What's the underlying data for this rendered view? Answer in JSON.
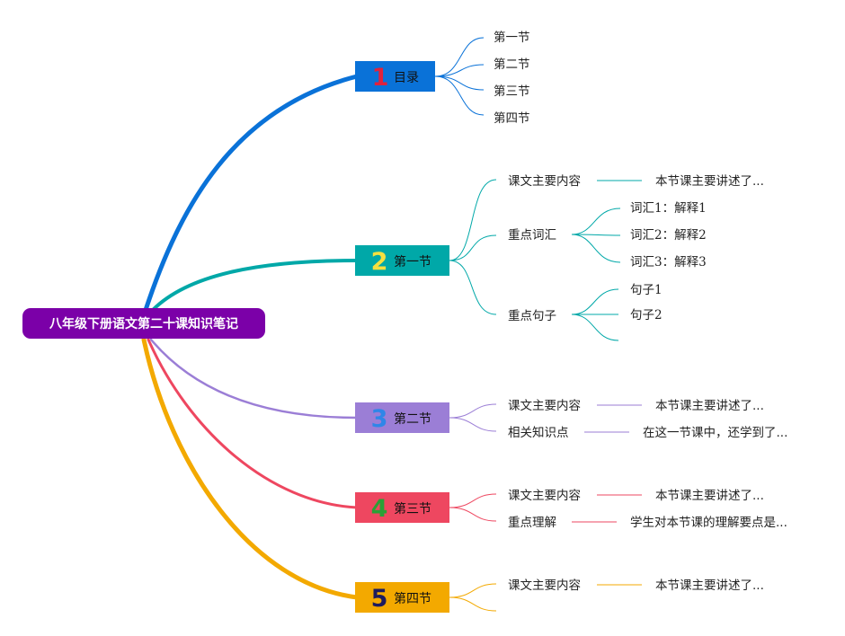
{
  "colors": {
    "root": "#7b00a8",
    "b1": "#0a72d8",
    "b2": "#00a8a8",
    "b3": "#9b7ed6",
    "b4": "#ee4760",
    "b5": "#f3a900",
    "n1": "#e0223d",
    "n2": "#f5e040",
    "n3": "#2f86e8",
    "n4": "#2aa036",
    "n5": "#1d1b5e"
  },
  "root": {
    "title": "八年级下册语文第二十课知识笔记"
  },
  "branches": [
    {
      "number": "1",
      "label": "目录",
      "children": [
        {
          "label": "第一节"
        },
        {
          "label": "第二节"
        },
        {
          "label": "第三节"
        },
        {
          "label": "第四节"
        }
      ]
    },
    {
      "number": "2",
      "label": "第一节",
      "children": [
        {
          "label": "课文主要内容",
          "detail": "本节课主要讲述了..."
        },
        {
          "label": "重点词汇",
          "items": [
            "词汇1：解释1",
            "词汇2：解释2",
            "词汇3：解释3"
          ]
        },
        {
          "label": "重点句子",
          "items": [
            "句子1",
            "句子2",
            ""
          ]
        }
      ]
    },
    {
      "number": "3",
      "label": "第二节",
      "children": [
        {
          "label": "课文主要内容",
          "detail": "本节课主要讲述了..."
        },
        {
          "label": "相关知识点",
          "detail": "在这一节课中，还学到了..."
        }
      ]
    },
    {
      "number": "4",
      "label": "第三节",
      "children": [
        {
          "label": "课文主要内容",
          "detail": "本节课主要讲述了..."
        },
        {
          "label": "重点理解",
          "detail": "学生对本节课的理解要点是..."
        }
      ]
    },
    {
      "number": "5",
      "label": "第四节",
      "children": [
        {
          "label": "课文主要内容",
          "detail": "本节课主要讲述了..."
        },
        {
          "label": ""
        }
      ]
    }
  ]
}
